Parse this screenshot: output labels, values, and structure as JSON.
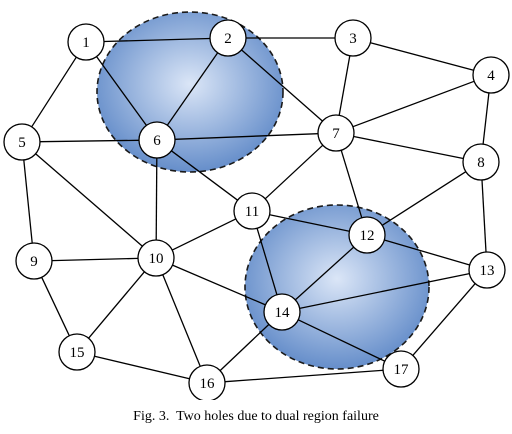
{
  "caption": "Fig. 3.  Two holes due to dual region failure",
  "colors": {
    "hole_center": "#dbe6f7",
    "hole_edge": "#5b86c6",
    "stroke": "#000000",
    "node_fill": "#ffffff"
  },
  "graph": {
    "holes": [
      {
        "name": "hole-upper",
        "covers": [
          "2",
          "6"
        ]
      },
      {
        "name": "hole-lower",
        "covers": [
          "12",
          "14"
        ]
      }
    ],
    "nodes": [
      {
        "id": "1",
        "label": "1"
      },
      {
        "id": "2",
        "label": "2"
      },
      {
        "id": "3",
        "label": "3"
      },
      {
        "id": "4",
        "label": "4"
      },
      {
        "id": "5",
        "label": "5"
      },
      {
        "id": "6",
        "label": "6"
      },
      {
        "id": "7",
        "label": "7"
      },
      {
        "id": "8",
        "label": "8"
      },
      {
        "id": "9",
        "label": "9"
      },
      {
        "id": "10",
        "label": "10"
      },
      {
        "id": "11",
        "label": "11"
      },
      {
        "id": "12",
        "label": "12"
      },
      {
        "id": "13",
        "label": "13"
      },
      {
        "id": "14",
        "label": "14"
      },
      {
        "id": "15",
        "label": "15"
      },
      {
        "id": "16",
        "label": "16"
      },
      {
        "id": "17",
        "label": "17"
      }
    ],
    "edges": [
      [
        "1",
        "2"
      ],
      [
        "2",
        "3"
      ],
      [
        "3",
        "4"
      ],
      [
        "1",
        "5"
      ],
      [
        "1",
        "6"
      ],
      [
        "2",
        "6"
      ],
      [
        "2",
        "7"
      ],
      [
        "3",
        "7"
      ],
      [
        "4",
        "7"
      ],
      [
        "4",
        "8"
      ],
      [
        "5",
        "6"
      ],
      [
        "6",
        "7"
      ],
      [
        "7",
        "8"
      ],
      [
        "5",
        "9"
      ],
      [
        "5",
        "10"
      ],
      [
        "6",
        "10"
      ],
      [
        "6",
        "11"
      ],
      [
        "7",
        "11"
      ],
      [
        "7",
        "12"
      ],
      [
        "8",
        "12"
      ],
      [
        "8",
        "13"
      ],
      [
        "11",
        "10"
      ],
      [
        "11",
        "12"
      ],
      [
        "11",
        "14"
      ],
      [
        "9",
        "10"
      ],
      [
        "9",
        "15"
      ],
      [
        "10",
        "15"
      ],
      [
        "10",
        "16"
      ],
      [
        "10",
        "14"
      ],
      [
        "12",
        "13"
      ],
      [
        "12",
        "14"
      ],
      [
        "13",
        "14"
      ],
      [
        "13",
        "17"
      ],
      [
        "14",
        "16"
      ],
      [
        "14",
        "17"
      ],
      [
        "15",
        "16"
      ],
      [
        "16",
        "17"
      ]
    ]
  }
}
